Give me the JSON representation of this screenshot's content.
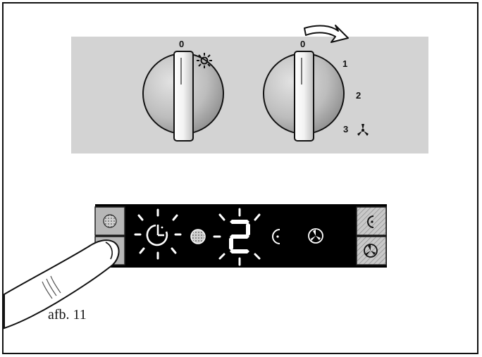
{
  "caption": "afb. 11",
  "knob_light": {
    "zero_label": "0",
    "icon": "sun-icon"
  },
  "knob_fan": {
    "zero_label": "0",
    "positions": [
      "1",
      "2",
      "3"
    ],
    "icon": "fan-icon",
    "arrow": "clockwise-arrow-icon"
  },
  "display": {
    "digit": "2",
    "icons": [
      "timer-icon",
      "grease-filter-icon",
      "intensive-icon",
      "fan-run-on-icon"
    ],
    "buttons_left": [
      "filter-button",
      "timer-button"
    ],
    "buttons_right": [
      "intensive-button",
      "run-on-button"
    ]
  },
  "colors": {
    "panel": "#d3d3d3",
    "display_bg": "#000000",
    "segment": "#ffffff",
    "button": "#b9b9b9"
  }
}
